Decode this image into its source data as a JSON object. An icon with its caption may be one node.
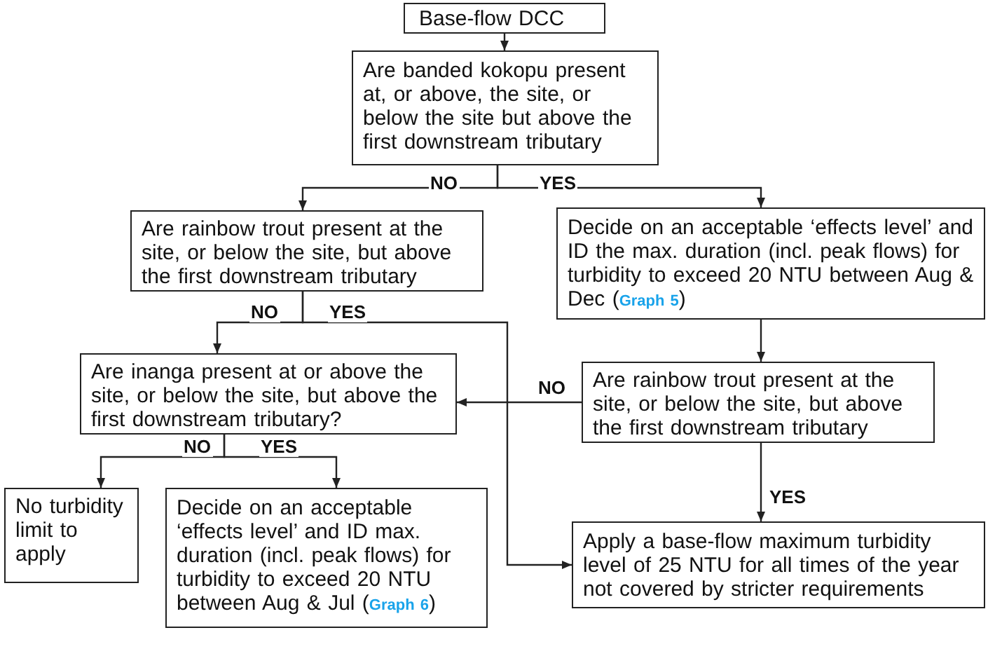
{
  "diagram": {
    "nodes": [
      {
        "text": [
          "Base-flow DCC"
        ]
      },
      {
        "text": [
          "Are banded kokopu present at, or above, the site, or below the site but above the first downstream tributary"
        ]
      },
      {
        "text": [
          "Are rainbow trout present at the site, or below the site, but above the first downstream tributary"
        ]
      },
      {
        "text": [
          "Decide on an acceptable ‘effects level’ and ID the max. duration (incl. peak flows) for turbidity to exceed 20 NTU between Aug & Dec (**Graph 5**)"
        ]
      },
      {
        "text": [
          "Are inanga present at or above the site, or below the site, but above the first downstream tributary?"
        ]
      },
      {
        "text": [
          "Are rainbow trout present at the site, or below the site, but above the first downstream tributary"
        ]
      },
      {
        "text": [
          "No turbidity limit to apply"
        ]
      },
      {
        "text": [
          "Decide on an acceptable ‘effects level’ and ID max. duration (incl. peak flows) for turbidity to exceed 20 NTU between Aug & Jul (**Graph 6**)"
        ]
      },
      {
        "text": [
          "Apply a base-flow maximum turbidity level of 25 NTU for all times of the year not covered by stricter requirements"
        ]
      }
    ],
    "edges": [
      {
        "from": 0,
        "to": 1,
        "arrow": "to"
      },
      {
        "from": 1,
        "to": 2,
        "arrow": "to",
        "label": "NO"
      },
      {
        "from": 1,
        "to": 3,
        "arrow": "to",
        "label": "YES"
      },
      {
        "from": 2,
        "to": 4,
        "arrow": "to",
        "label": "NO"
      },
      {
        "from": 2,
        "to": 8,
        "arrow": "to",
        "label": "YES"
      },
      {
        "from": 3,
        "to": 5,
        "arrow": "to"
      },
      {
        "from": 5,
        "to": 4,
        "arrow": "to",
        "label": "NO"
      },
      {
        "from": 5,
        "to": 8,
        "arrow": "to",
        "label": "YES"
      },
      {
        "from": 4,
        "to": 6,
        "arrow": "to",
        "label": "NO"
      },
      {
        "from": 4,
        "to": 7,
        "arrow": "to",
        "label": "YES"
      }
    ]
  }
}
